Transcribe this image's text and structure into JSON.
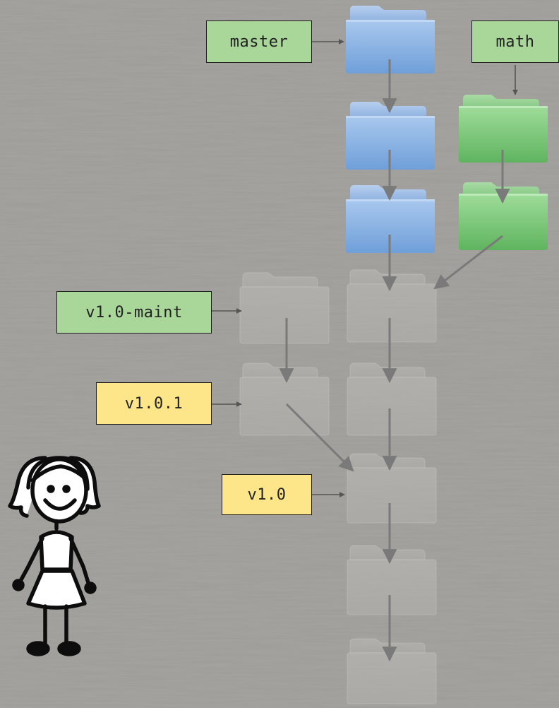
{
  "labels": {
    "master": "master",
    "math": "math",
    "v1_0_maint": "v1.0-maint",
    "v1_0_1": "v1.0.1",
    "v1_0": "v1.0"
  },
  "colors": {
    "branch_label": "#a9d79a",
    "tag_label": "#fde68a",
    "master_folder": "#8fb6e6",
    "math_folder": "#7fc77f",
    "faded_folder": "#cfcdc9",
    "arrow": "#7a7a7a",
    "background": "#9b9a97"
  },
  "icons": {
    "commit": "folder-icon",
    "person": "stick-figure-girl-icon"
  }
}
